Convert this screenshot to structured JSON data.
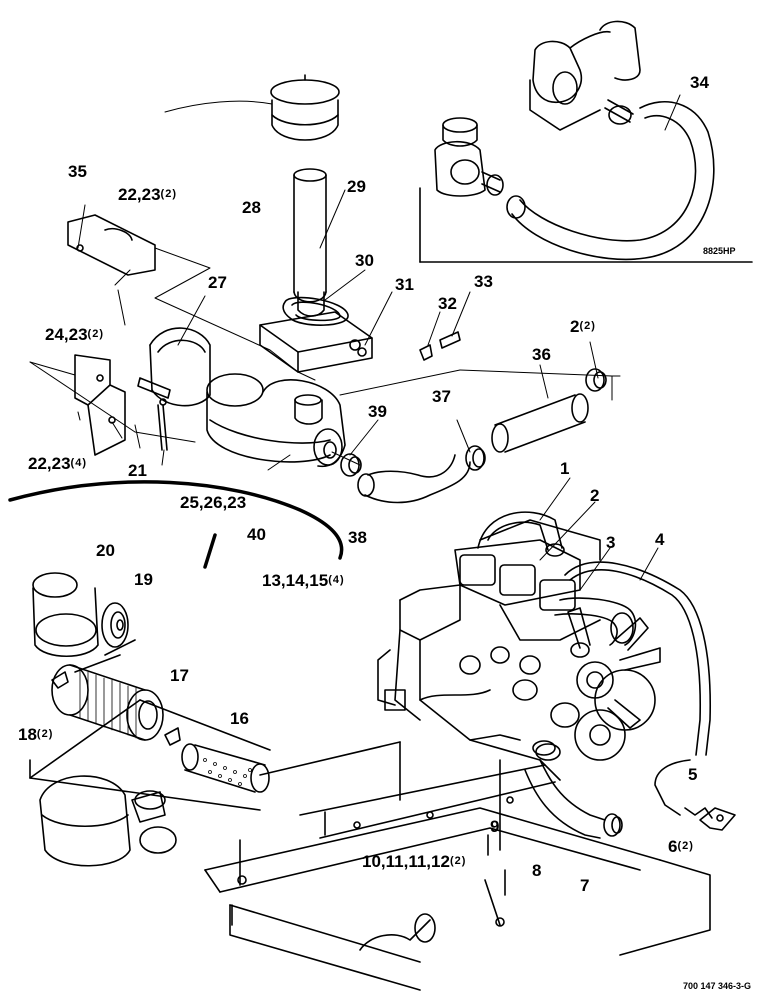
{
  "callouts": [
    {
      "id": "35",
      "text": "35",
      "qty": ""
    },
    {
      "id": "28",
      "text": "28",
      "qty": ""
    },
    {
      "id": "29",
      "text": "29",
      "qty": ""
    },
    {
      "id": "22-23-top",
      "text": "22,23",
      "qty": "(2)"
    },
    {
      "id": "30",
      "text": "30",
      "qty": ""
    },
    {
      "id": "27",
      "text": "27",
      "qty": ""
    },
    {
      "id": "31",
      "text": "31",
      "qty": ""
    },
    {
      "id": "32",
      "text": "32",
      "qty": ""
    },
    {
      "id": "33",
      "text": "33",
      "qty": ""
    },
    {
      "id": "34",
      "text": "34",
      "qty": ""
    },
    {
      "id": "24-23",
      "text": "24,23",
      "qty": "(2)"
    },
    {
      "id": "2-top",
      "text": "2",
      "qty": "(2)"
    },
    {
      "id": "36",
      "text": "36",
      "qty": ""
    },
    {
      "id": "37",
      "text": "37",
      "qty": ""
    },
    {
      "id": "39",
      "text": "39",
      "qty": ""
    },
    {
      "id": "22-23-bottom",
      "text": "22,23",
      "qty": "(4)"
    },
    {
      "id": "21",
      "text": "21",
      "qty": ""
    },
    {
      "id": "25-26-23",
      "text": "25,26,23",
      "qty": ""
    },
    {
      "id": "40",
      "text": "40",
      "qty": ""
    },
    {
      "id": "38",
      "text": "38",
      "qty": ""
    },
    {
      "id": "1",
      "text": "1",
      "qty": ""
    },
    {
      "id": "2-engine",
      "text": "2",
      "qty": ""
    },
    {
      "id": "3",
      "text": "3",
      "qty": ""
    },
    {
      "id": "4",
      "text": "4",
      "qty": ""
    },
    {
      "id": "20",
      "text": "20",
      "qty": ""
    },
    {
      "id": "19",
      "text": "19",
      "qty": ""
    },
    {
      "id": "13-14-15",
      "text": "13,14,15",
      "qty": "(4)"
    },
    {
      "id": "17",
      "text": "17",
      "qty": ""
    },
    {
      "id": "18",
      "text": "18",
      "qty": "(2)"
    },
    {
      "id": "16",
      "text": "16",
      "qty": ""
    },
    {
      "id": "5",
      "text": "5",
      "qty": ""
    },
    {
      "id": "9",
      "text": "9",
      "qty": ""
    },
    {
      "id": "6",
      "text": "6",
      "qty": "(2)"
    },
    {
      "id": "10-11-11-12",
      "text": "10,11,11,12",
      "qty": "(2)"
    },
    {
      "id": "8",
      "text": "8",
      "qty": ""
    },
    {
      "id": "7",
      "text": "7",
      "qty": ""
    }
  ],
  "inset_tag": "8825HP",
  "drawing_number": "700 147 346-3-G"
}
